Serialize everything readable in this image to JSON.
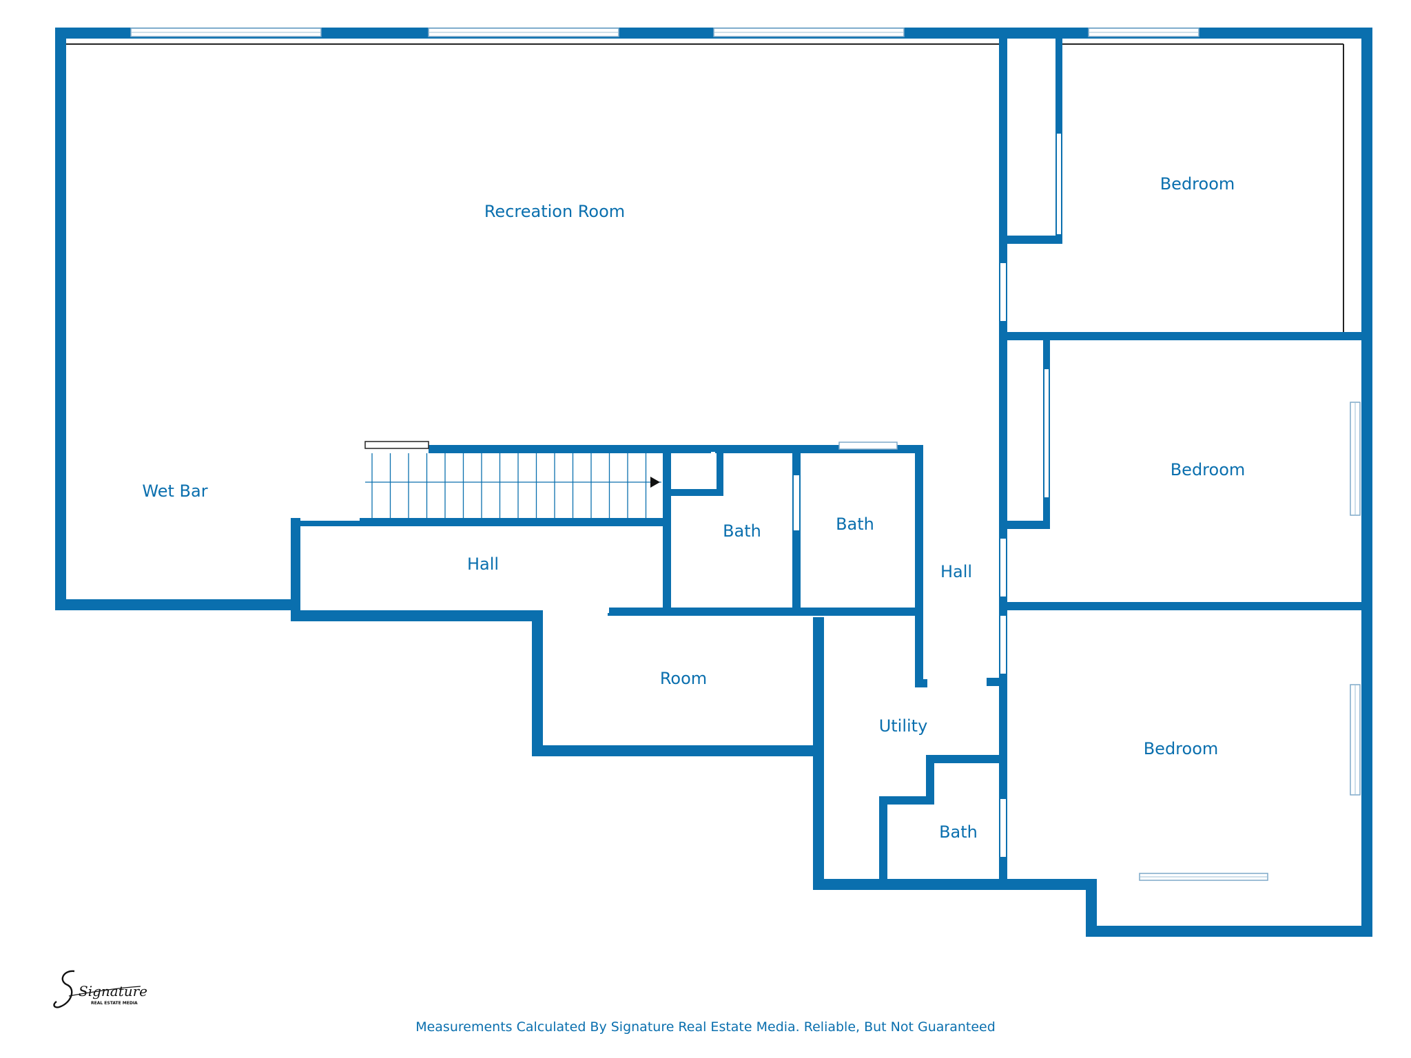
{
  "colors": {
    "wall": "#0a6fae",
    "label": "#0a6fae",
    "background": "#ffffff"
  },
  "rooms": {
    "recreation_room": "Recreation Room",
    "wet_bar": "Wet Bar",
    "hall_left": "Hall",
    "bath_1": "Bath",
    "bath_2": "Bath",
    "hall_right": "Hall",
    "room": "Room",
    "utility": "Utility",
    "bath_3": "Bath",
    "bedroom_1": "Bedroom",
    "bedroom_2": "Bedroom",
    "bedroom_3": "Bedroom"
  },
  "footer": {
    "disclaimer": "Measurements Calculated By Signature Real Estate Media. Reliable, But Not Guaranteed"
  },
  "logo": {
    "brand": "Signature",
    "tagline": "REAL ESTATE MEDIA"
  }
}
